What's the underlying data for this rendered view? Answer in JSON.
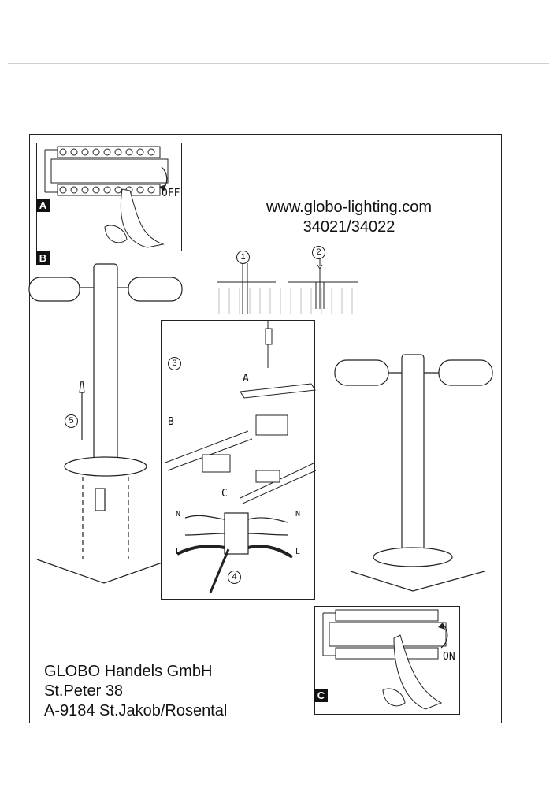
{
  "website": "www.globo-lighting.com",
  "model_numbers": "34021/34022",
  "company": {
    "name": "GLOBO  Handels GmbH",
    "street": "St.Peter 38",
    "city": "A-9184 St.Jakob/Rosental"
  },
  "panels": {
    "a_label": "A",
    "b_label": "B",
    "c_label": "C",
    "off_label": "OFF",
    "on_label": "ON"
  },
  "steps": {
    "s1": "1",
    "s2": "2",
    "s3": "3",
    "s4": "4",
    "s5": "5"
  },
  "detail_labels": {
    "a": "A",
    "b": "B",
    "c": "C"
  },
  "wires": {
    "n_left": "N",
    "n_right": "N",
    "l_left": "L",
    "l_right": "L"
  }
}
